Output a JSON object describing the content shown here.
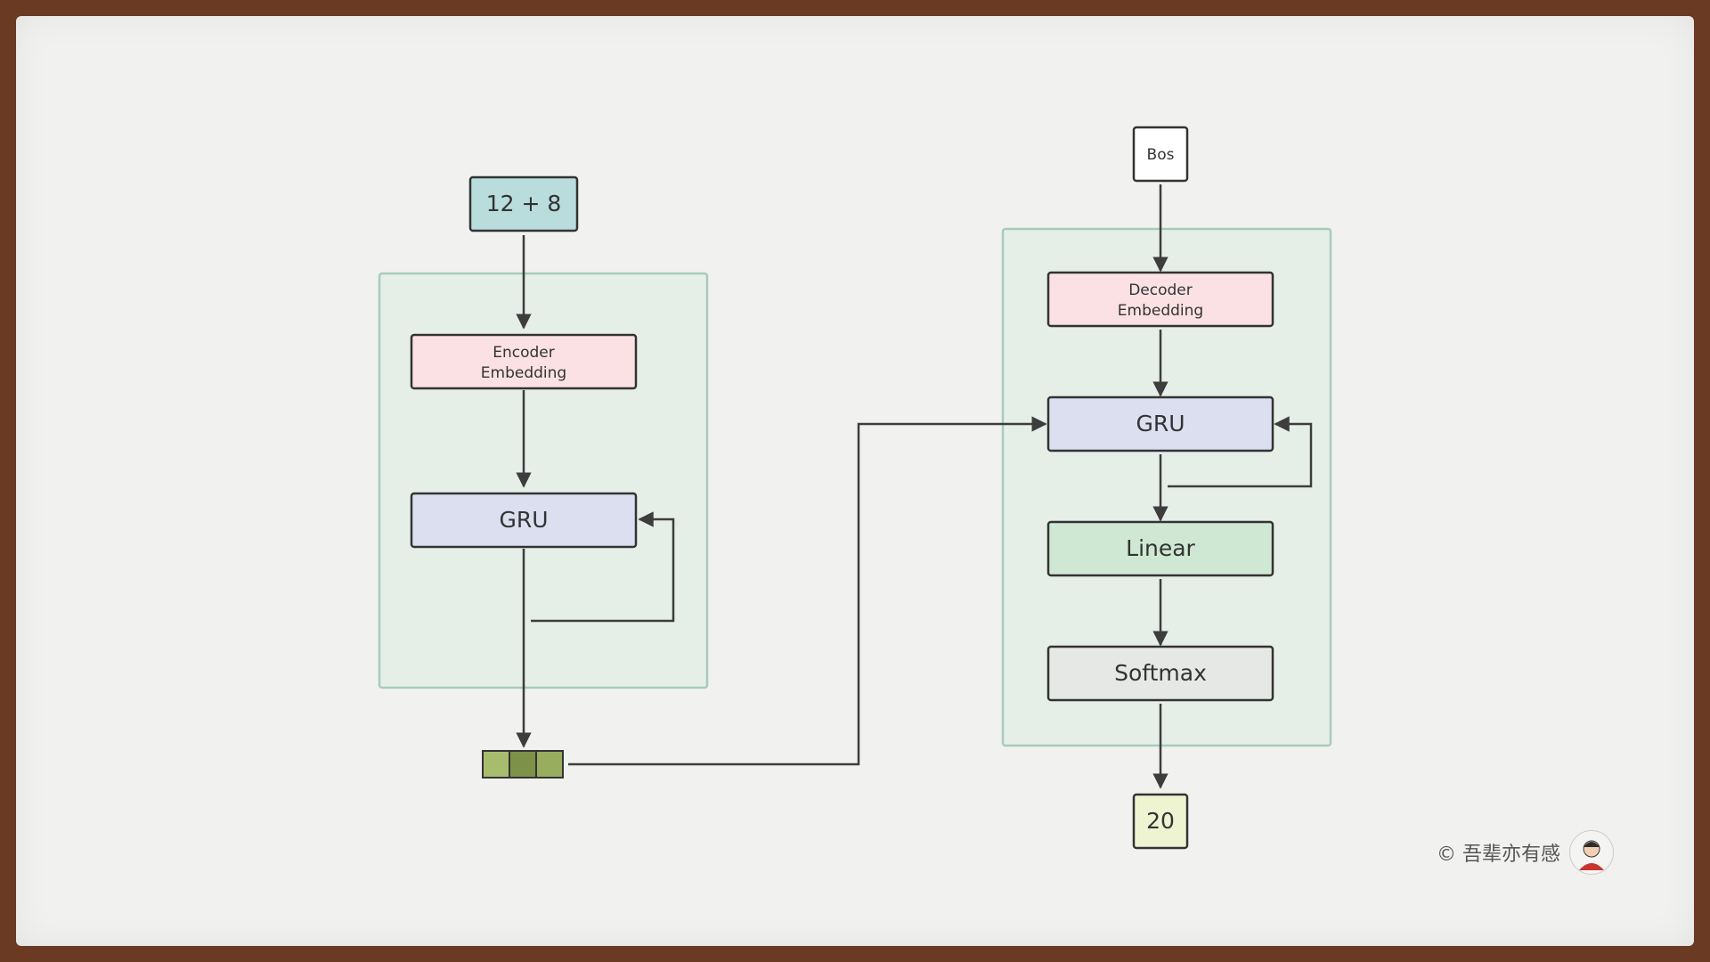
{
  "diagram": {
    "encoder": {
      "input_label": "12 + 8",
      "embedding_label": "Encoder\nEmbedding",
      "gru_label": "GRU"
    },
    "decoder": {
      "start_label": "Bos",
      "embedding_label": "Decoder\nEmbedding",
      "gru_label": "GRU",
      "linear_label": "Linear",
      "softmax_label": "Softmax",
      "output_label": "20"
    }
  },
  "credit": {
    "text": "© 吾辈亦有感"
  },
  "colors": {
    "input_fill": "#b9dcdc",
    "embedding_fill": "#fbe1e4",
    "gru_fill": "#dcdff0",
    "linear_fill": "#cfe8d3",
    "softmax_fill": "#e6e8e5",
    "output_fill": "#eef4d2",
    "container_fill": "#e6eee8",
    "container_stroke": "#a7cbbd",
    "vector_cells": [
      "#a8bc6e",
      "#7e9148",
      "#98ad5e"
    ]
  }
}
